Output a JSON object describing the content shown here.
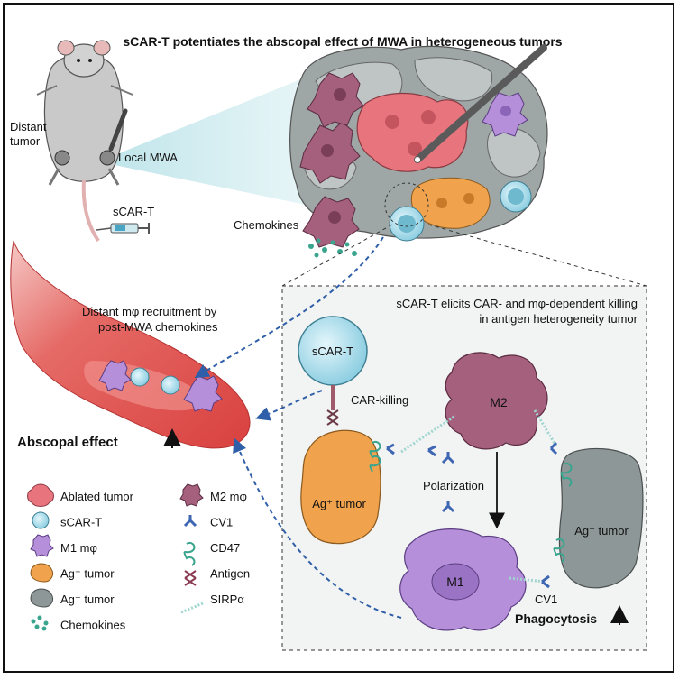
{
  "title": "sCAR-T potentiates the abscopal effect of MWA in heterogeneous tumors",
  "mouse": {
    "distant_tumor_line1": "Distant",
    "distant_tumor_line2": "tumor",
    "local_mwa": "Local MWA",
    "scar_t_injection": "sCAR-T"
  },
  "tumor": {
    "chemokines": "Chemokines"
  },
  "vessel": {
    "recruitment_line1": "Distant mφ recruitment by",
    "recruitment_line2": "post-MWA chemokines",
    "abscopal": "Abscopal effect"
  },
  "inset": {
    "title_line1": "sCAR-T elicits CAR- and mφ-dependent killing",
    "title_line2": "in antigen heterogeneity tumor",
    "scar_t": "sCAR-T",
    "car_killing": "CAR-killing",
    "m2": "M2",
    "m1": "M1",
    "polarization": "Polarization",
    "ag_pos_tumor": "Ag⁺ tumor",
    "ag_neg_tumor": "Ag⁻ tumor",
    "cv1": "CV1",
    "phagocytosis": "Phagocytosis"
  },
  "legend": {
    "left": [
      "Ablated tumor",
      "sCAR-T",
      "M1 mφ",
      "Ag⁺ tumor",
      "Ag⁻ tumor",
      "Chemokines"
    ],
    "right": [
      "M2 mφ",
      "CV1",
      "CD47",
      "Antigen",
      "SIRPα"
    ]
  },
  "colors": {
    "ablated": "#e8747e",
    "scar_t": "#9fd6e6",
    "m1": "#b58fd9",
    "m2": "#a5607e",
    "ag_pos": "#f0a24c",
    "ag_neg": "#8e9797",
    "vessel": "#d94a4a",
    "cd47": "#3aa58e",
    "cv1": "#3e66b3",
    "arrow": "#2f5fa8"
  }
}
